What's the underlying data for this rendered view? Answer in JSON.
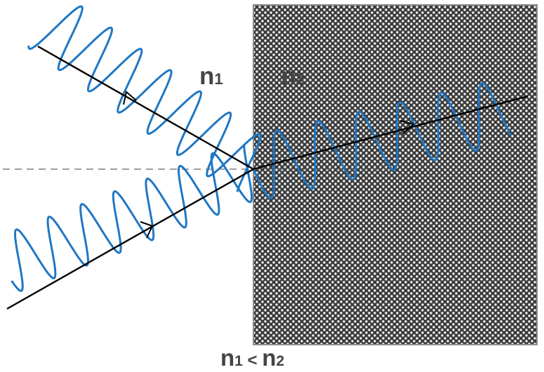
{
  "labels": {
    "n1": {
      "base": "n",
      "sub": "1"
    },
    "n2": {
      "base": "n",
      "sub": "2"
    },
    "condition": {
      "left": "n",
      "left_sub": "1",
      "op": " < ",
      "right": "n",
      "right_sub": "2"
    }
  },
  "colors": {
    "wave": "#1f77c4",
    "ray": "#000000",
    "normal": "#666666",
    "medium_dark": "#3a3a3a",
    "medium_light": "#f2f2f2",
    "medium_border": "#8c8c8c",
    "text": "#444444"
  }
}
